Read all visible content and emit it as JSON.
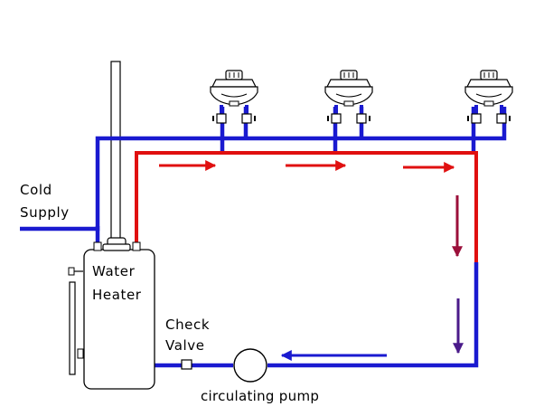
{
  "labels": {
    "cold_supply_line1": "Cold",
    "cold_supply_line2": "Supply",
    "heater_line1": "Water",
    "heater_line2": "Heater",
    "check_valve_line1": "Check",
    "check_valve_line2": "Valve",
    "pump": "circulating pump"
  },
  "colors": {
    "hot": "#e01010",
    "cold": "#1a1ad0",
    "flow_mid": "#9b0f3a",
    "flow_low": "#4a1a8a"
  },
  "fixtures": [
    "sink-1",
    "sink-2",
    "sink-3"
  ]
}
